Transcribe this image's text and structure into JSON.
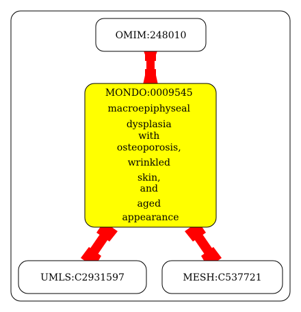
{
  "diagram": {
    "nodes": {
      "omim": {
        "label": "OMIM:248010"
      },
      "mondo": {
        "label_lines": [
          "MONDO:0009545",
          "macroepiphyseal",
          "dysplasia",
          "with",
          "osteoporosis,",
          "wrinkled",
          "skin,",
          "and",
          "aged",
          "appearance"
        ],
        "fill": "#ffff00"
      },
      "umls": {
        "label": "UMLS:C2931597"
      },
      "mesh": {
        "label": "MESH:C537721"
      }
    },
    "edges": [
      {
        "from": "omim",
        "to": "mondo"
      },
      {
        "from": "mondo",
        "to": "umls"
      },
      {
        "from": "mondo",
        "to": "mesh"
      }
    ],
    "edge_color": "#ff0000"
  }
}
